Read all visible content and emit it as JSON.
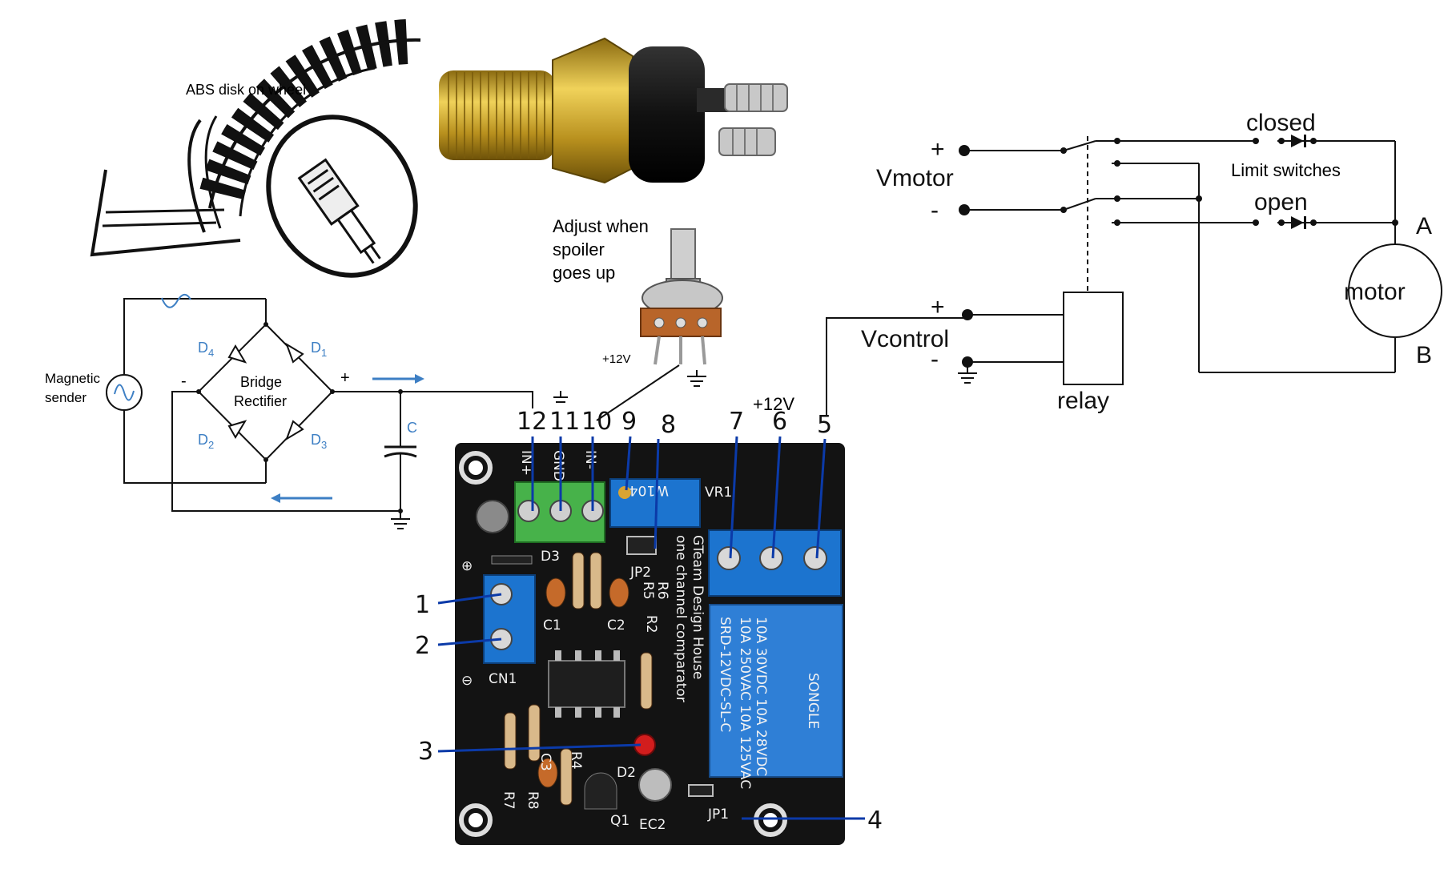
{
  "labels": {
    "abs_disk": "ABS disk on wheel",
    "adjust_line1": "Adjust when",
    "adjust_line2": "spoiler",
    "adjust_line3": "goes up",
    "pot_supply": "+12V",
    "magnetic_line1": "Magnetic",
    "magnetic_line2": "sender",
    "bridge_line1": "Bridge",
    "bridge_line2": "Rectifier",
    "bridge_plus": "+",
    "bridge_minus": "-",
    "cap_label": "C",
    "vmotor": "Vmotor",
    "vcontrol": "Vcontrol",
    "motor": "motor",
    "relay": "relay",
    "closed": "closed",
    "open": "open",
    "limit_switches": "Limit switches",
    "terminal_a": "A",
    "terminal_b": "B",
    "plus1": "+",
    "minus1": "-",
    "plus2": "+",
    "minus2": "-",
    "supply_12v": "+12V"
  },
  "diodes": {
    "d1": "D",
    "d2": "D",
    "d3": "D",
    "d4": "D",
    "s1": "1",
    "s2": "2",
    "s3": "3",
    "s4": "4"
  },
  "pins": [
    "12",
    "11",
    "10",
    "9",
    "8",
    "7",
    "6",
    "5",
    "1",
    "2",
    "3",
    "4"
  ],
  "pcb": {
    "in_plus": "IN+",
    "gnd": "GND",
    "in_minus": "IN-",
    "vr1": "VR1",
    "trim_code": "W104",
    "d3": "D3",
    "jp2": "JP2",
    "r5": "R5",
    "r6": "R6",
    "c1": "C1",
    "c2": "C2",
    "r2": "R2",
    "cn1": "CN1",
    "c3": "C3",
    "r4": "R4",
    "r7": "R7",
    "r8": "R8",
    "d2": "D2",
    "q1": "Q1",
    "ec2": "EC2",
    "jp1": "JP1",
    "silk1": "GTeam Design House",
    "silk2": "one channel comparator",
    "relay_l1": "SRD-12VDC-SL-C",
    "relay_l2": "10A 250VAC 10A 125VAC",
    "relay_l3": "10A 30VDC 10A 28VDC",
    "relay_brand": "SONGLE"
  },
  "colors": {
    "wire_blue": "#0b3aa8",
    "pcb": "#121212",
    "terminal_blue": "#1c74cf",
    "terminal_green": "#47b24a",
    "relay_blue": "#2f7fd6",
    "diagram_blue": "#3d7fc4",
    "sensor_brass": "#c9a22b"
  }
}
